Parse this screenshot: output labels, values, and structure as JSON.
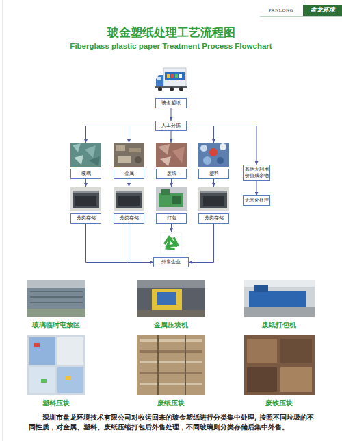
{
  "diagram": {
    "title": "玻金塑纸处理工艺流程图",
    "caption": "深圳市盘龙环境技术有限公司对收运回来的玻金塑纸进行分类集中处理, 按照不同垃圾的不同性质，对金属、塑料、废纸压缩打包后外售处理，不同玻璃则分类存储后集中外售。",
    "nodes": [
      {
        "text": [
          "玻金塑纸"
        ]
      },
      {
        "text": [
          "人工分拣"
        ]
      },
      {
        "text": [
          "玻璃"
        ]
      },
      {
        "text": [
          "金属"
        ]
      },
      {
        "text": [
          "废纸"
        ]
      },
      {
        "text": [
          "塑料"
        ]
      },
      {
        "text": [
          "其他无利用价值残余物"
        ]
      },
      {
        "text": [
          "分类存储"
        ]
      },
      {
        "text": [
          "分类存储"
        ]
      },
      {
        "text": [
          "打包"
        ]
      },
      {
        "text": [
          "分类存储"
        ]
      },
      {
        "text": [
          "无害化处理"
        ]
      },
      {
        "text": [
          "外售企业"
        ]
      }
    ],
    "edges": [
      {
        "from": 0,
        "to": 1,
        "arrow": "to"
      },
      {
        "from": 1,
        "to": 2,
        "arrow": "to"
      },
      {
        "from": 1,
        "to": 3,
        "arrow": "to"
      },
      {
        "from": 1,
        "to": 4,
        "arrow": "to"
      },
      {
        "from": 1,
        "to": 5,
        "arrow": "to"
      },
      {
        "from": 1,
        "to": 6,
        "arrow": "to"
      },
      {
        "from": 2,
        "to": 7,
        "arrow": "to"
      },
      {
        "from": 3,
        "to": 8,
        "arrow": "to"
      },
      {
        "from": 4,
        "to": 9,
        "arrow": "to"
      },
      {
        "from": 5,
        "to": 10,
        "arrow": "to"
      },
      {
        "from": 6,
        "to": 11,
        "arrow": "to"
      },
      {
        "from": 7,
        "to": 12,
        "arrow": "to"
      },
      {
        "from": 8,
        "to": 12,
        "arrow": "to"
      },
      {
        "from": 9,
        "to": 12,
        "arrow": "to"
      },
      {
        "from": 10,
        "to": 12,
        "arrow": "to"
      }
    ],
    "labels": [
      "PANLONG",
      "盘龙环境",
      "Fiberglass plastic paper Treatment Process Flowchart",
      "玻璃临时屯放区",
      "金属压块机",
      "废纸打包机",
      "塑料压块",
      "废纸压块",
      "废铁压块"
    ]
  }
}
